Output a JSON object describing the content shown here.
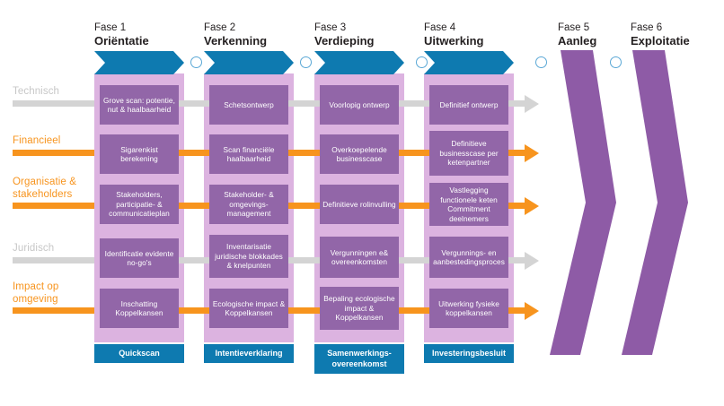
{
  "colors": {
    "blue": "#0e7ab0",
    "circle_outline": "#5ba8d6",
    "light_purple": "#dcb3e0",
    "card_purple": "#9266a8",
    "band_purple": "#8e5ba6",
    "orange": "#f7941e",
    "gray": "#d4d4d4",
    "gray_text": "#c7c7c7",
    "text_dark": "#231f20"
  },
  "rows": [
    {
      "label": "Technisch",
      "tone": "gray"
    },
    {
      "label": "Financieel",
      "tone": "orange"
    },
    {
      "label": "Organisatie &\nstakeholders",
      "tone": "orange"
    },
    {
      "label": "Juridisch",
      "tone": "gray"
    },
    {
      "label": "Impact op\nomgeving",
      "tone": "orange"
    }
  ],
  "row_labels": {
    "r0": "Technisch",
    "r1": "Financieel",
    "r2a": "Organisatie &",
    "r2b": "stakeholders",
    "r3": "Juridisch",
    "r4a": "Impact op",
    "r4b": "omgeving"
  },
  "phases": [
    {
      "num": "Fase 1",
      "name": "Oriëntatie",
      "deliverable": "Quickscan"
    },
    {
      "num": "Fase 2",
      "name": "Verkenning",
      "deliverable": "Intentieverklaring"
    },
    {
      "num": "Fase 3",
      "name": "Verdieping",
      "deliverable": "Samenwerkings-\novereenkomst"
    },
    {
      "num": "Fase 4",
      "name": "Uitwerking",
      "deliverable": "Investeringsbesluit"
    },
    {
      "num": "Fase 5",
      "name": "Aanleg",
      "deliverable": ""
    },
    {
      "num": "Fase 6",
      "name": "Exploitatie",
      "deliverable": ""
    }
  ],
  "phase_text": {
    "p1num": "Fase 1",
    "p1name": "Oriëntatie",
    "p2num": "Fase 2",
    "p2name": "Verkenning",
    "p3num": "Fase 3",
    "p3name": "Verdieping",
    "p4num": "Fase 4",
    "p4name": "Uitwerking",
    "p5num": "Fase 5",
    "p5name": "Aanleg",
    "p6num": "Fase 6",
    "p6name": "Exploitatie"
  },
  "deliverables": {
    "d1": "Quickscan",
    "d2": "Intentieverklaring",
    "d3a": "Samenwerkings-",
    "d3b": "overeenkomst",
    "d4": "Investeringsbesluit"
  },
  "cards": {
    "p1r0": "Grove scan: potentie, nut & haalbaarheid",
    "p1r1": "Sigarenkist berekening",
    "p1r2": "Stakeholders, participatie- & communicatieplan",
    "p1r3": "Identificatie evidente no-go's",
    "p1r4": "Inschatting Koppelkansen",
    "p2r0": "Schetsontwerp",
    "p2r1": "Scan financiële haalbaarheid",
    "p2r2": "Stakeholder- & omgevings- management",
    "p2r3": "Inventarisatie juridische blokkades & knelpunten",
    "p2r4": "Ecologische impact & Koppelkansen",
    "p3r0": "Voorlopig ontwerp",
    "p3r1": "Overkoepelende businesscase",
    "p3r2": "Definitieve rolinvulling",
    "p3r3": "Vergunningen e& overeenkomsten",
    "p3r4": "Bepaling ecologische impact & Koppelkansen",
    "p4r0": "Definitief ontwerp",
    "p4r1": "Definitieve businesscase per ketenpartner",
    "p4r2": "Vastlegging functionele keten Commitment deelnemers",
    "p4r3": "Vergunnings- en aanbestedingsproces",
    "p4r4": "Uitwerking fysieke koppelkansen"
  }
}
